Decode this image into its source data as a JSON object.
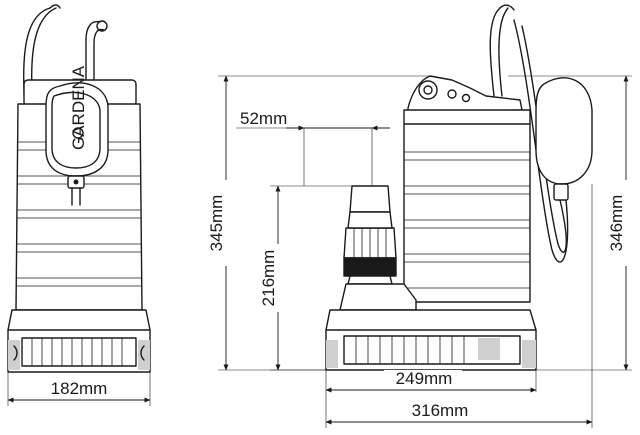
{
  "dimensions": {
    "front_width": "182mm",
    "pressure_port_diameter": "52mm",
    "side_height_to_housing": "345mm",
    "outlet_height": "216mm",
    "base_length": "249mm",
    "overall_length": "316mm",
    "overall_height": "346mm"
  },
  "brand_label": "GARDENA",
  "colors": {
    "line": "#1a1a1a",
    "background": "#ffffff",
    "shading": "#cfcfcf"
  }
}
